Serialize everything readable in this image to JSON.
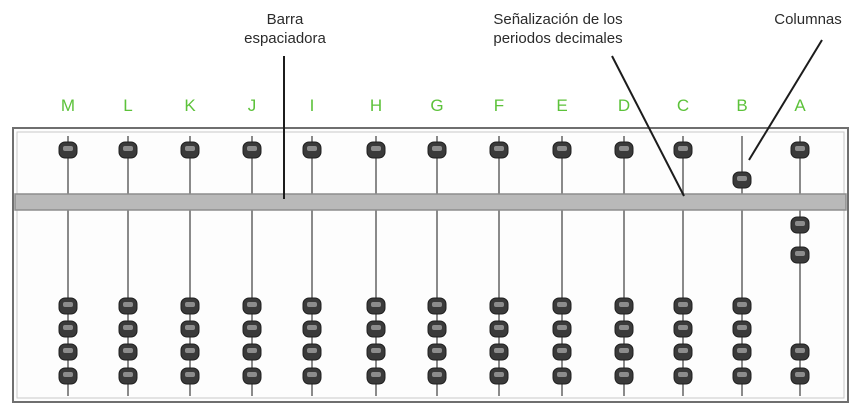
{
  "labels": {
    "space_bar": "Barra\nespaciadora",
    "decimal_marks": "Señalización de los\nperiodos decimales",
    "columns": "Columnas"
  },
  "abacus": {
    "columns": [
      {
        "letter": "M",
        "upper_active": false,
        "lower_active": 0
      },
      {
        "letter": "L",
        "upper_active": false,
        "lower_active": 0
      },
      {
        "letter": "K",
        "upper_active": false,
        "lower_active": 0
      },
      {
        "letter": "J",
        "upper_active": false,
        "lower_active": 0
      },
      {
        "letter": "I",
        "upper_active": false,
        "lower_active": 0
      },
      {
        "letter": "H",
        "upper_active": false,
        "lower_active": 0
      },
      {
        "letter": "G",
        "upper_active": false,
        "lower_active": 0
      },
      {
        "letter": "F",
        "upper_active": false,
        "lower_active": 0
      },
      {
        "letter": "E",
        "upper_active": false,
        "lower_active": 0
      },
      {
        "letter": "D",
        "upper_active": false,
        "lower_active": 0
      },
      {
        "letter": "C",
        "upper_active": false,
        "lower_active": 0
      },
      {
        "letter": "B",
        "upper_active": true,
        "lower_active": 0
      },
      {
        "letter": "A",
        "upper_active": false,
        "lower_active": 2
      }
    ]
  },
  "colors": {
    "column_letter": "#5cc23a",
    "bead": "#3a3a3a",
    "frame": "#6f6f6f",
    "bar": "#b9b9b9"
  }
}
